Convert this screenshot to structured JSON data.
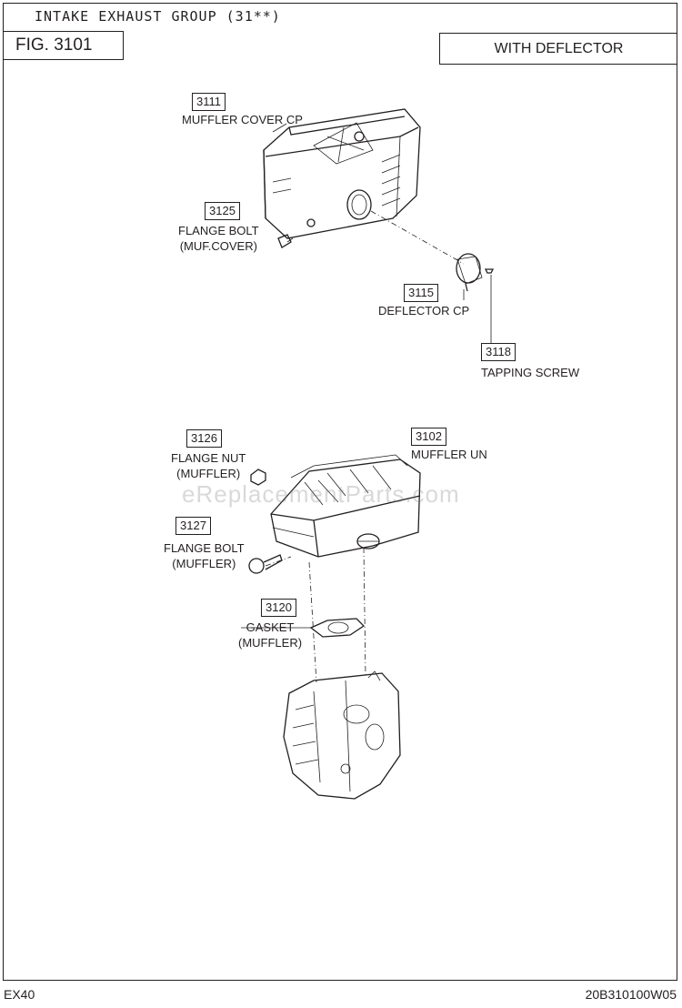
{
  "header": {
    "group_title": "INTAKE EXHAUST GROUP (31**)",
    "figure_label": "FIG. 3101",
    "variant_label": "WITH DEFLECTOR"
  },
  "parts": [
    {
      "number": "3111",
      "name": "MUFFLER COVER CP"
    },
    {
      "number": "3125",
      "name_lines": [
        "FLANGE BOLT",
        "(MUF.COVER)"
      ]
    },
    {
      "number": "3115",
      "name": "DEFLECTOR CP"
    },
    {
      "number": "3118",
      "name": "TAPPING SCREW"
    },
    {
      "number": "3126",
      "name_lines": [
        "FLANGE NUT",
        "(MUFFLER)"
      ]
    },
    {
      "number": "3102",
      "name": "MUFFLER UN"
    },
    {
      "number": "3127",
      "name_lines": [
        "FLANGE BOLT",
        "(MUFFLER)"
      ]
    },
    {
      "number": "3120",
      "name_lines": [
        "GASKET",
        "(MUFFLER)"
      ]
    }
  ],
  "watermark": "eReplacementParts.com",
  "footer": {
    "model": "EX40",
    "drawing_code": "20B310100W05"
  }
}
